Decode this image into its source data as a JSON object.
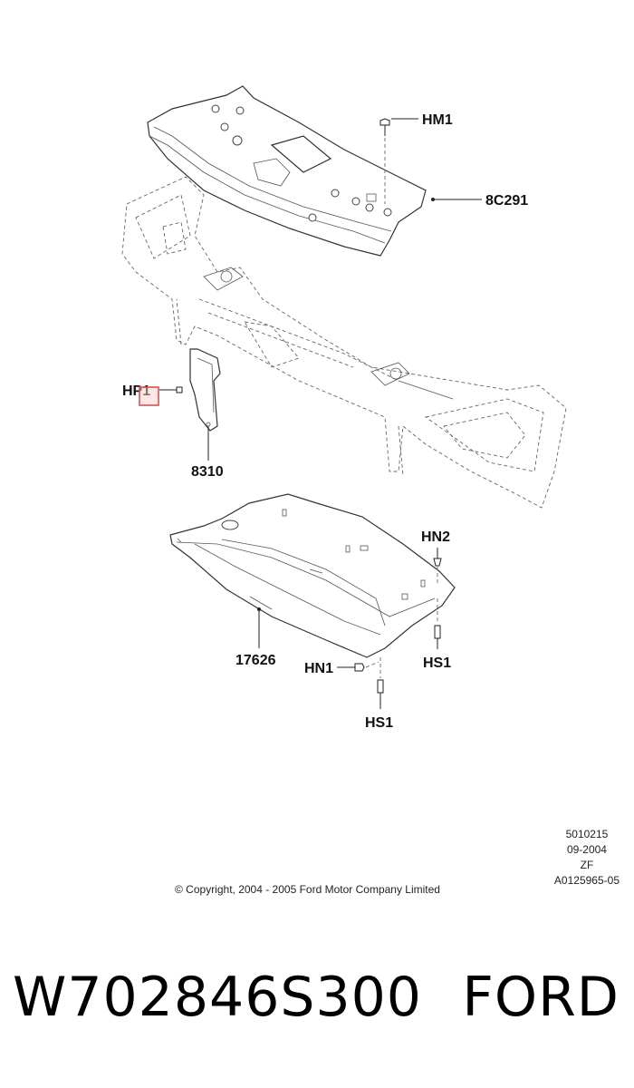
{
  "callouts": {
    "hm1": "HM1",
    "c8c291": "8C291",
    "hp1": "HP1",
    "p8310": "8310",
    "hn2": "HN2",
    "p17626": "17626",
    "hn1": "HN1",
    "hs1_right": "HS1",
    "hs1_bottom": "HS1"
  },
  "meta": {
    "line1": "5010215",
    "line2": "09-2004",
    "line3": "ZF",
    "line4": "A0125965-05"
  },
  "copyright": "© Copyright, 2004 - 2005 Ford Motor Company Limited",
  "footer": {
    "part_number": "W702846S300",
    "brand": "FORD"
  },
  "colors": {
    "highlight": "#d9534f",
    "highlight_fill": "#f8d0d0",
    "line": "#333333"
  }
}
